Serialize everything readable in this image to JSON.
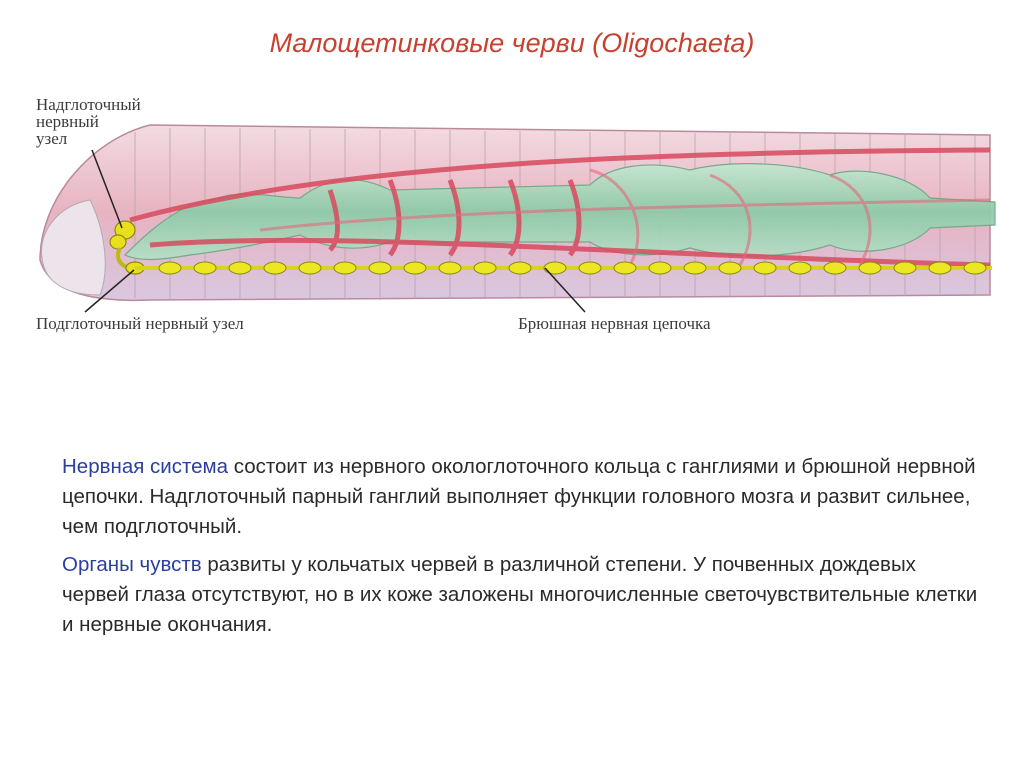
{
  "title": "Малощетинковые черви (Oligochaeta)",
  "diagram": {
    "labels": {
      "supraesophageal_line1": "Надглоточный",
      "supraesophageal_line2": "нервный",
      "supraesophageal_line3": "узел",
      "subesophageal": "Подглоточный нервный узел",
      "ventral_cord": "Брюшная нервная цепочка"
    },
    "colors": {
      "body": "#e9b8c4",
      "gut": "#9fd3b6",
      "vessel": "#d84a5e",
      "nerve": "#e6e21e"
    }
  },
  "paragraph1": {
    "highlight": "Нервная система",
    "rest": " состоит из нервного окологлоточного кольца с ганглиями и брюшной нервной цепочки. Надглоточный парный ганглий выполняет функции головного мозга и развит сильнее, чем подглоточный."
  },
  "paragraph2": {
    "highlight": "Органы чувств",
    "rest": " развиты у кольчатых червей в различной степени. У почвенных дождевых червей глаза отсутствуют, но в их коже заложены многочисленные светочувствительные клетки и нервные окончания."
  }
}
